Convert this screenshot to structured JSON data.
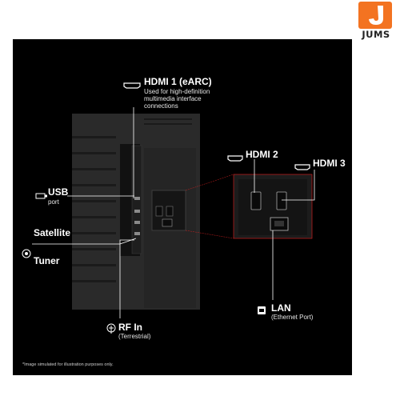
{
  "brand": {
    "logo_text": "JUMS",
    "accent_color": "#f37321",
    "logo_icon": "j-letter-icon"
  },
  "ports": {
    "hdmi1": {
      "title": "HDMI 1 (eARC)",
      "desc_line1": "Used for high-definition",
      "desc_line2": "multimedia interface",
      "desc_line3": "connections",
      "icon": "hdmi-icon"
    },
    "hdmi2": {
      "title": "HDMI 2",
      "icon": "hdmi-icon"
    },
    "hdmi3": {
      "title": "HDMI 3",
      "icon": "hdmi-icon"
    },
    "usb": {
      "title": "USB",
      "sub": "port",
      "icon": "usb-icon"
    },
    "satellite": {
      "title_line1": "Satellite",
      "title_line2": "Tuner",
      "icon": "satellite-icon"
    },
    "rf": {
      "title": "RF In",
      "sub": "(Terrestrial)",
      "icon": "antenna-icon"
    },
    "lan": {
      "title": "LAN",
      "sub": "(Ethernet Port)",
      "icon": "ethernet-icon"
    }
  },
  "disclaimer": "*Image simulated for illustration purposes only.",
  "colors": {
    "background": "#000000",
    "callout_line": "#cc1f1f",
    "text": "#ffffff"
  }
}
